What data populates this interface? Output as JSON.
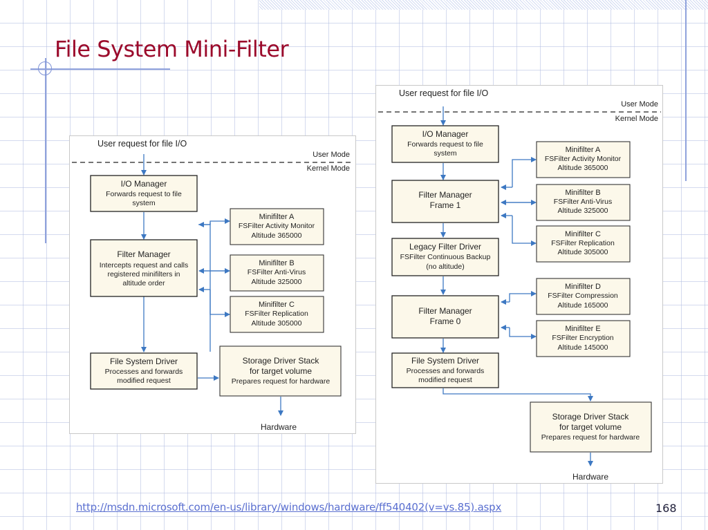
{
  "slide": {
    "title": "File System Mini-Filter",
    "footer_link": "http://msdn.microsoft.com/en-us/library/windows/hardware/ff540402(v=vs.85).aspx",
    "page_number": "168"
  },
  "colors": {
    "title": "#9b0a2b",
    "box_fill": "#fcf8ea",
    "arrow": "#3d78c2",
    "link": "#5a6fd0",
    "deco_line": "#8fa2dc"
  },
  "left_diagram": {
    "user_request": "User request for file I/O",
    "user_mode": "User Mode",
    "kernel_mode": "Kernel Mode",
    "io_manager": [
      "I/O Manager",
      "Forwards request to file",
      "system"
    ],
    "filter_manager": [
      "Filter Manager",
      "Intercepts request and calls",
      "registered minifilters in",
      "altitude order"
    ],
    "minifilters": [
      [
        "Minifilter A",
        "FSFilter Activity Monitor",
        "Altitude 365000"
      ],
      [
        "Minifilter B",
        "FSFilter Anti-Virus",
        "Altitude 325000"
      ],
      [
        "Minifilter C",
        "FSFilter Replication",
        "Altitude 305000"
      ]
    ],
    "fs_driver": [
      "File System Driver",
      "Processes and forwards",
      "modified request"
    ],
    "storage_stack": [
      "Storage Driver Stack",
      "for target volume",
      "Prepares request for hardware"
    ],
    "hardware": "Hardware"
  },
  "right_diagram": {
    "user_request": "User request for file I/O",
    "user_mode": "User Mode",
    "kernel_mode": "Kernel Mode",
    "io_manager": [
      "I/O Manager",
      "Forwards request to file",
      "system"
    ],
    "filter_manager_1": [
      "Filter Manager",
      "Frame 1"
    ],
    "minifilters_frame1": [
      [
        "Minifilter A",
        "FSFilter Activity Monitor",
        "Altitude 365000"
      ],
      [
        "Minifilter B",
        "FSFilter Anti-Virus",
        "Altitude 325000"
      ],
      [
        "Minifilter C",
        "FSFilter Replication",
        "Altitude 305000"
      ]
    ],
    "legacy_driver": [
      "Legacy Filter Driver",
      "FSFilter Continuous Backup",
      "(no altitude)"
    ],
    "filter_manager_0": [
      "Filter Manager",
      "Frame 0"
    ],
    "minifilters_frame0": [
      [
        "Minifilter D",
        "FSFilter Compression",
        "Altitude 165000"
      ],
      [
        "Minifilter E",
        "FSFilter Encryption",
        "Altitude 145000"
      ]
    ],
    "fs_driver": [
      "File System Driver",
      "Processes and forwards",
      "modified request"
    ],
    "storage_stack": [
      "Storage Driver Stack",
      "for target volume",
      "Prepares request for hardware"
    ],
    "hardware": "Hardware"
  }
}
